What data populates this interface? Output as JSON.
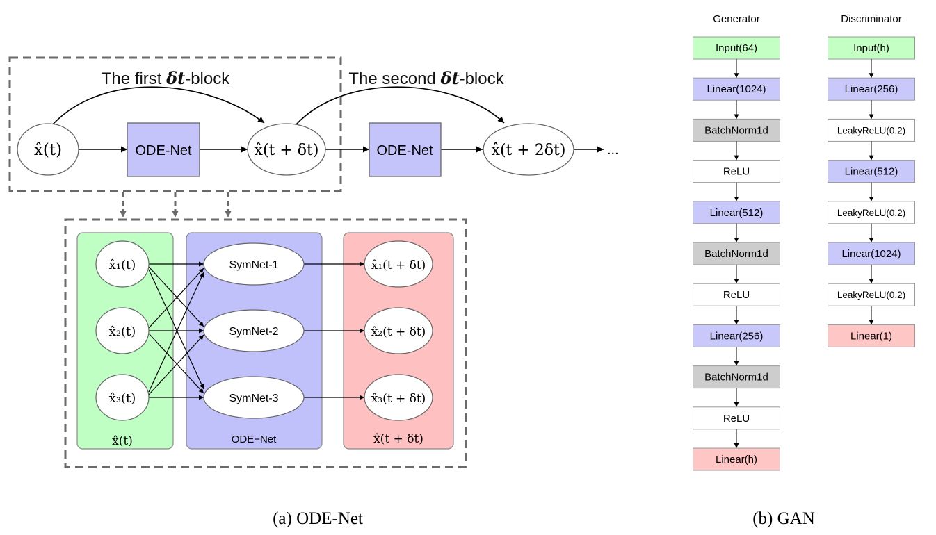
{
  "captions": {
    "a": "(a) ODE-Net",
    "b": "(b) GAN"
  },
  "ode": {
    "first_block": {
      "prefix": "The first ",
      "delta": "δt",
      "suffix": "-block"
    },
    "second_block": {
      "prefix": "The second ",
      "delta": "δt",
      "suffix": "-block"
    },
    "nodes": {
      "xt": "x̂(t)",
      "ode1": "ODE-Net",
      "xdt": "x̂(t + δt)",
      "ode2": "ODE-Net",
      "x2dt": "x̂(t + 2δt)",
      "ellipsis": "..."
    },
    "panels": {
      "input_label": "x̂(t)",
      "middle_label": "ODE−Net",
      "output_label": "x̂(t + δt)"
    },
    "inputs": [
      "x̂₁(t)",
      "x̂₂(t)",
      "x̂₃(t)"
    ],
    "symnets": [
      "SymNet-1",
      "SymNet-2",
      "SymNet-3"
    ],
    "outputs": [
      "x̂₁(t + δt)",
      "x̂₂(t + δt)",
      "x̂₃(t + δt)"
    ]
  },
  "gan": {
    "generator": {
      "title": "Generator",
      "layers": [
        {
          "label": "Input(64)",
          "kind": "input"
        },
        {
          "label": "Linear(1024)",
          "kind": "linear"
        },
        {
          "label": "BatchNorm1d",
          "kind": "norm"
        },
        {
          "label": "ReLU",
          "kind": "act"
        },
        {
          "label": "Linear(512)",
          "kind": "linear"
        },
        {
          "label": "BatchNorm1d",
          "kind": "norm"
        },
        {
          "label": "ReLU",
          "kind": "act"
        },
        {
          "label": "Linear(256)",
          "kind": "linear"
        },
        {
          "label": "BatchNorm1d",
          "kind": "norm"
        },
        {
          "label": "ReLU",
          "kind": "act"
        },
        {
          "label": "Linear(h)",
          "kind": "output"
        }
      ]
    },
    "discriminator": {
      "title": "Discriminator",
      "layers": [
        {
          "label": "Input(h)",
          "kind": "input"
        },
        {
          "label": "Linear(256)",
          "kind": "linear"
        },
        {
          "label": "LeakyReLU(0.2)",
          "kind": "act"
        },
        {
          "label": "Linear(512)",
          "kind": "linear"
        },
        {
          "label": "LeakyReLU(0.2)",
          "kind": "act"
        },
        {
          "label": "Linear(1024)",
          "kind": "linear"
        },
        {
          "label": "LeakyReLU(0.2)",
          "kind": "act"
        },
        {
          "label": "Linear(1)",
          "kind": "output"
        }
      ]
    }
  },
  "colors": {
    "ode_box": "#c4c4fb",
    "green_panel": "#bfffc3",
    "blue_panel": "#c0c0fa",
    "red_panel": "#fec0c0",
    "input": "#c4ffc4",
    "linear": "#c8c8fb",
    "norm": "#cdcdcd",
    "act": "#ffffff",
    "output": "#ffc6c6",
    "dashed": "#6a6a6a"
  }
}
